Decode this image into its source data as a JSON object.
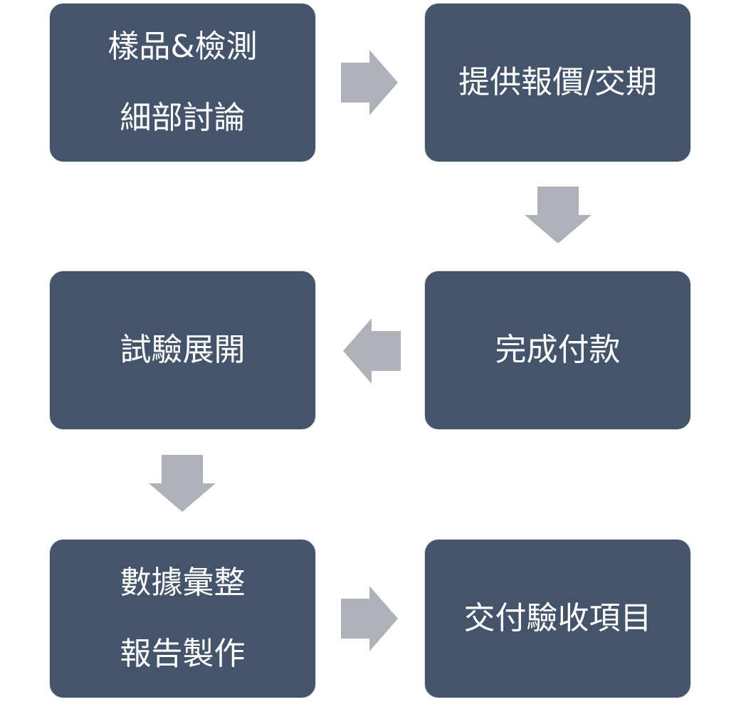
{
  "diagram": {
    "colors": {
      "box_fill": "#44546a",
      "box_border": "#e4e6ea",
      "box_text": "#ffffff",
      "arrow_fill": "#aeb1b8"
    },
    "steps": [
      {
        "lines": [
          "樣品&檢測",
          "細部討論"
        ]
      },
      {
        "lines": [
          "提供報價/交期"
        ]
      },
      {
        "lines": [
          "完成付款"
        ]
      },
      {
        "lines": [
          "試驗展開"
        ]
      },
      {
        "lines": [
          "數據彙整",
          "報告製作"
        ]
      },
      {
        "lines": [
          "交付驗收項目"
        ]
      }
    ]
  }
}
